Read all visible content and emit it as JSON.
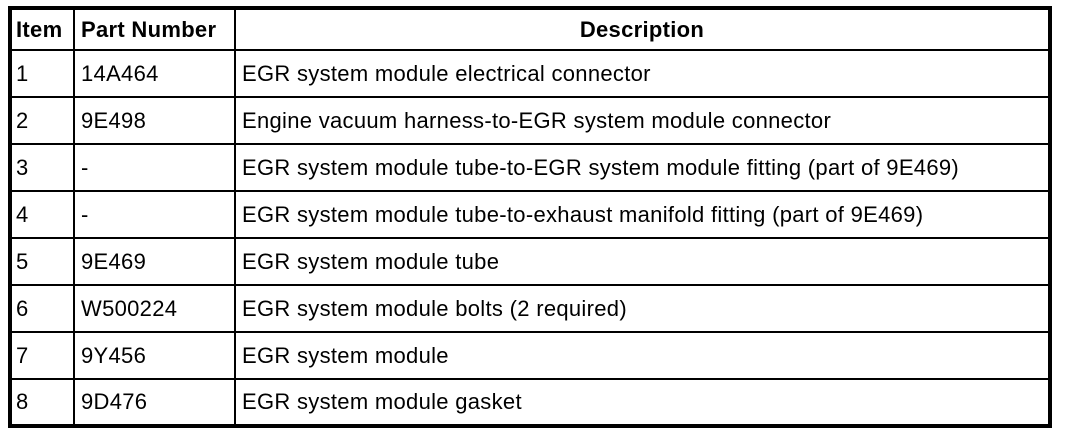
{
  "table": {
    "headers": {
      "item": "Item",
      "part_number": "Part Number",
      "description": "Description"
    },
    "rows": [
      {
        "item": "1",
        "part_number": "14A464",
        "description": "EGR system module electrical connector"
      },
      {
        "item": "2",
        "part_number": "9E498",
        "description": "Engine vacuum harness-to-EGR system module connector"
      },
      {
        "item": "3",
        "part_number": "-",
        "description": "EGR system module tube-to-EGR system module fitting (part of 9E469)"
      },
      {
        "item": "4",
        "part_number": "-",
        "description": "EGR system module tube-to-exhaust manifold fitting (part of 9E469)"
      },
      {
        "item": "5",
        "part_number": "9E469",
        "description": "EGR system module tube"
      },
      {
        "item": "6",
        "part_number": "W500224",
        "description": "EGR system module bolts (2 required)"
      },
      {
        "item": "7",
        "part_number": "9Y456",
        "description": "EGR system module"
      },
      {
        "item": "8",
        "part_number": "9D476",
        "description": "EGR system module gasket"
      }
    ],
    "colors": {
      "border": "#000000",
      "background": "#ffffff",
      "text": "#000000"
    }
  }
}
